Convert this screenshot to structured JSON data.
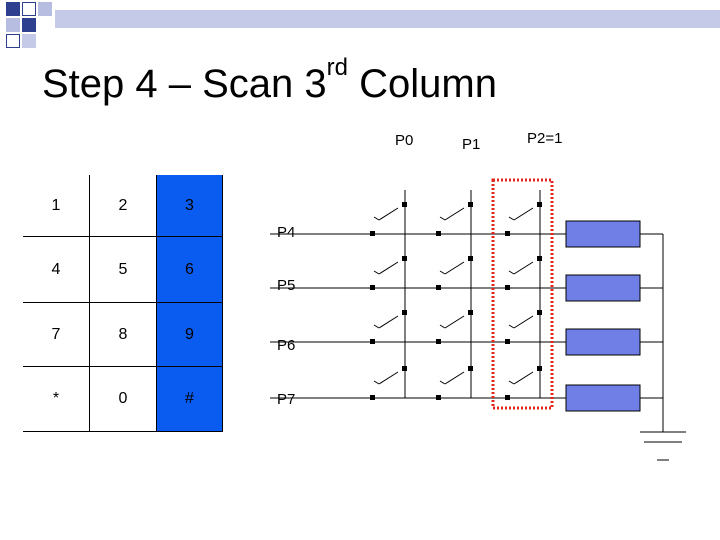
{
  "slide": {
    "title_main": "Step 4 – Scan 3",
    "title_sup": "rd",
    "title_end": " Column"
  },
  "colors": {
    "deco_dark": "#2f3f8f",
    "deco_light": "#b7bde0",
    "deco_bar": "#c5cae9",
    "keypad_highlight": "#0a5cf0",
    "led_fill": "#6f7fe6",
    "scan_box": "#e0261e"
  },
  "keypad": {
    "rows": [
      [
        "1",
        "2",
        "3"
      ],
      [
        "4",
        "5",
        "6"
      ],
      [
        "7",
        "8",
        "9"
      ],
      [
        "*",
        "0",
        "#"
      ]
    ],
    "highlighted_column": 3
  },
  "ports": {
    "columns": [
      "P0",
      "P1",
      "P2=1"
    ],
    "rows": [
      "P4",
      "P5",
      "P6",
      "P7"
    ]
  }
}
